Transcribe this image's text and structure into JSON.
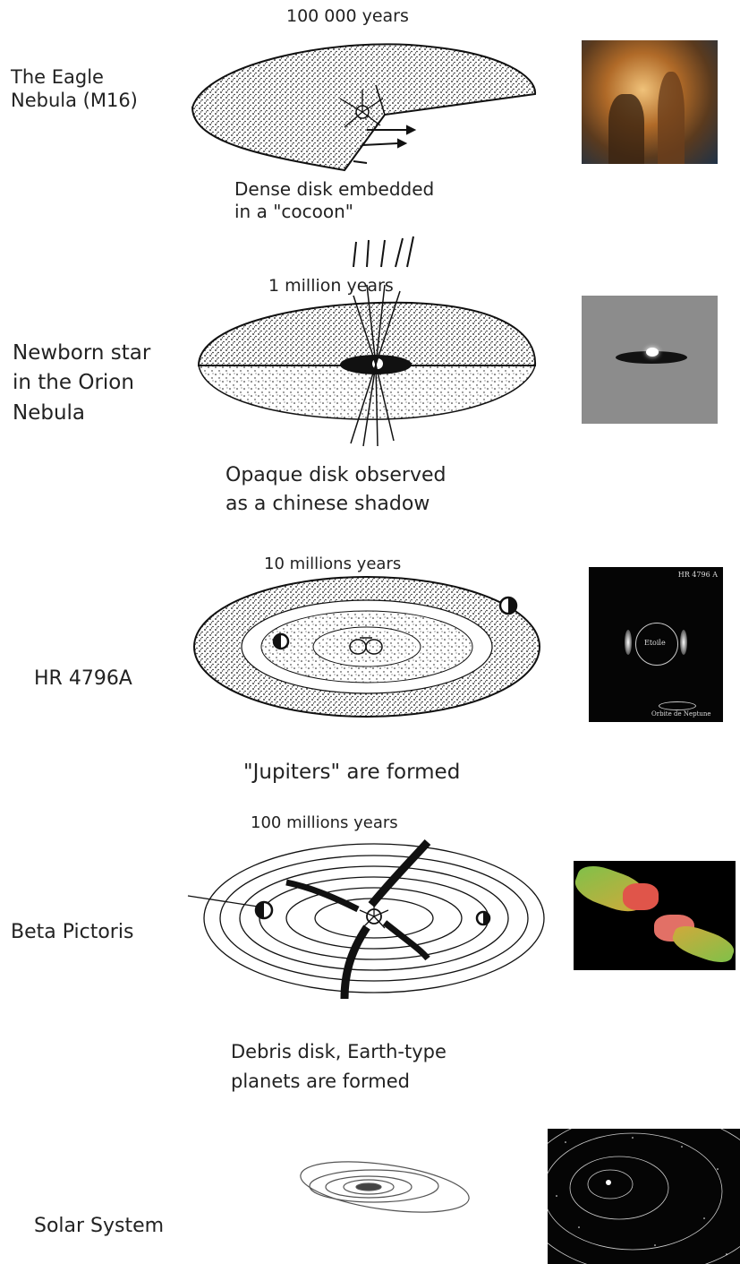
{
  "stages": [
    {
      "label": "The Eagle\nNebula (M16)",
      "age": "100 000 years",
      "caption": "Dense disk embedded\nin a \"cocoon\""
    },
    {
      "label": "Newborn star\nin the Orion\nNebula",
      "age": "1 million years",
      "caption": "Opaque disk observed\nas a chinese shadow"
    },
    {
      "label": "HR 4796A",
      "age": "10 millions years",
      "caption": "\"Jupiters\" are formed",
      "photo_text": {
        "title": "HR 4796 A",
        "star": "Etoile",
        "orbit": "Orbite de Neptune"
      }
    },
    {
      "label": "Beta Pictoris",
      "age": "100 millions years",
      "caption": "Debris disk, Earth-type\nplanets are formed"
    },
    {
      "label": "Solar System"
    }
  ],
  "colors": {
    "text": "#222222",
    "ink": "#111111",
    "photo_dark": "#050505",
    "eagle_gas": "#b8742c",
    "orion_gray": "#8a8a8a",
    "beta_red": "#e0554a",
    "beta_green": "#7cc24a"
  }
}
